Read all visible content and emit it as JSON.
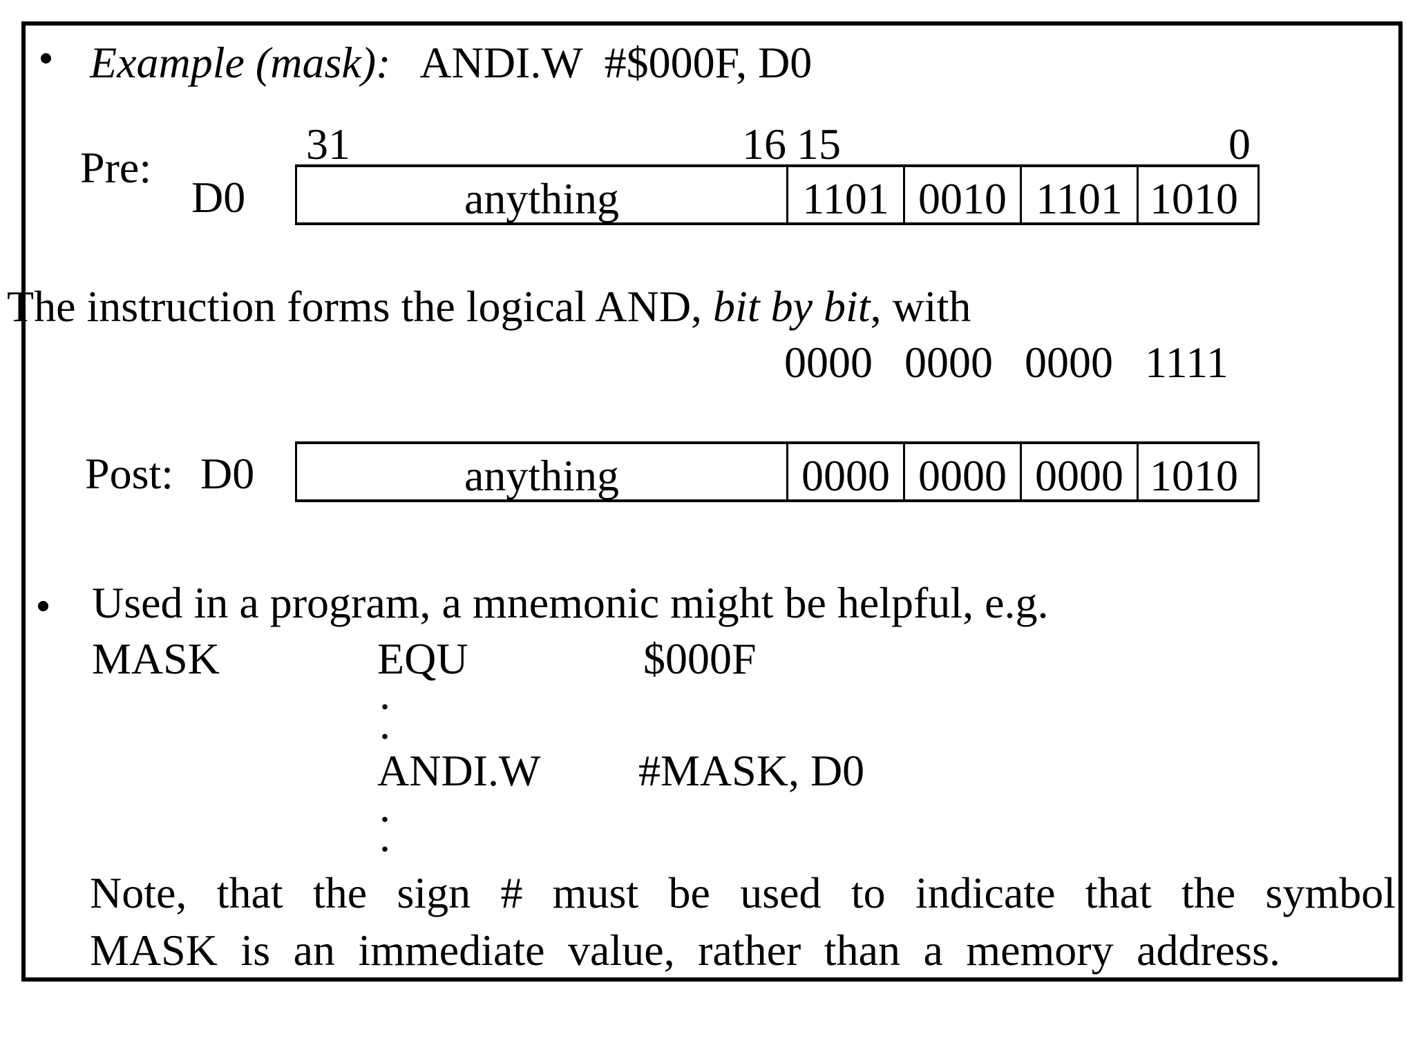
{
  "slide": {
    "icons": {
      "bullet": "filled-circle"
    },
    "heading": {
      "emphasis": "Example (mask):",
      "instruction": "ANDI.W  #$000F, D0"
    },
    "pre_row": {
      "label": "Pre:",
      "register": "D0",
      "bit31": "31",
      "bit16": "16",
      "bit15": "15",
      "bit0": "0",
      "upper_half": "anything",
      "nibbles": [
        "1101",
        "0010",
        "1101",
        "1010"
      ]
    },
    "explanation": {
      "before": "The instruction forms the logical AND, ",
      "emphasis": "bit by bit",
      "after": ", with"
    },
    "mask_bits": [
      "0000",
      "0000",
      "0000",
      "1111"
    ],
    "post_row": {
      "label": "Post:",
      "register": "D0",
      "upper_half": "anything",
      "nibbles": [
        "0000",
        "0000",
        "0000",
        "1010"
      ]
    },
    "usage": {
      "text": "Used in a program, a mnemonic might be helpful, e.g."
    },
    "code": {
      "symbol": "MASK",
      "directive": "EQU",
      "value": "$000F",
      "mnemonic": "ANDI.W",
      "operands": "#MASK, D0",
      "dot": "."
    },
    "note": {
      "line1": "Note, that the sign # must be used to indicate that the symbol",
      "line2": "MASK is an immediate value, rather than a memory address."
    }
  }
}
